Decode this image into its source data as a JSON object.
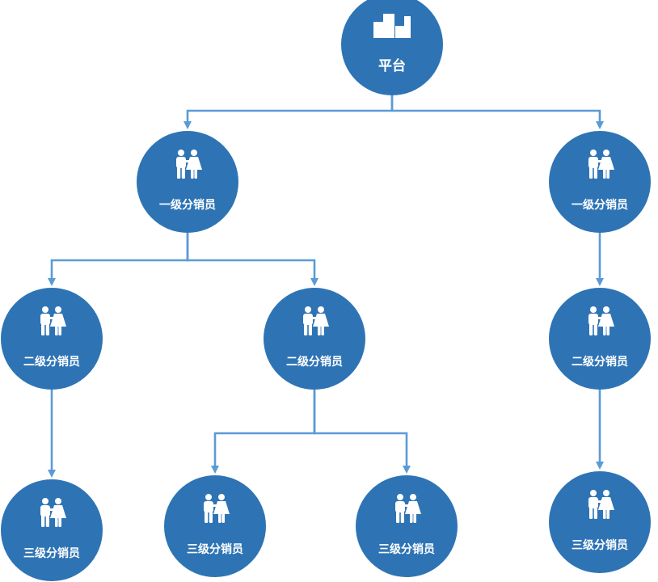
{
  "diagram": {
    "colors": {
      "node": "#2e74b5",
      "connector": "#5b9bd5",
      "text": "#ffffff"
    },
    "nodes": [
      {
        "id": "root",
        "label": "平台",
        "icon": "building-icon"
      },
      {
        "id": "l1a",
        "label": "一级分销员",
        "icon": "couple-icon"
      },
      {
        "id": "l1b",
        "label": "一级分销员",
        "icon": "couple-icon"
      },
      {
        "id": "l2a",
        "label": "二级分销员",
        "icon": "couple-icon"
      },
      {
        "id": "l2b",
        "label": "二级分销员",
        "icon": "couple-icon"
      },
      {
        "id": "l2c",
        "label": "二级分销员",
        "icon": "couple-icon"
      },
      {
        "id": "l3a",
        "label": "三级分销员",
        "icon": "couple-icon"
      },
      {
        "id": "l3b",
        "label": "三级分销员",
        "icon": "couple-icon"
      },
      {
        "id": "l3c",
        "label": "三级分销员",
        "icon": "couple-icon"
      },
      {
        "id": "l3d",
        "label": "三级分销员",
        "icon": "couple-icon"
      }
    ],
    "edges": [
      {
        "from": "root",
        "to": "l1a"
      },
      {
        "from": "root",
        "to": "l1b"
      },
      {
        "from": "l1a",
        "to": "l2a"
      },
      {
        "from": "l1a",
        "to": "l2b"
      },
      {
        "from": "l1b",
        "to": "l2c"
      },
      {
        "from": "l2a",
        "to": "l3a"
      },
      {
        "from": "l2b",
        "to": "l3b"
      },
      {
        "from": "l2b",
        "to": "l3c"
      },
      {
        "from": "l2c",
        "to": "l3d"
      }
    ]
  }
}
